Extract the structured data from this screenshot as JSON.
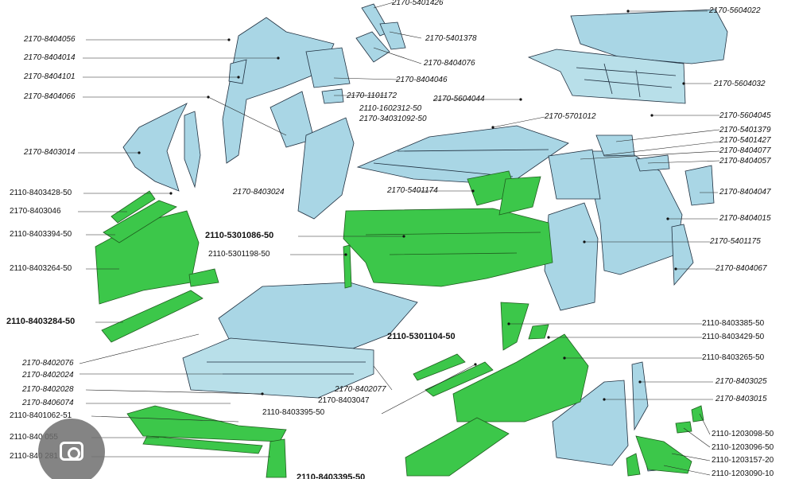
{
  "colors": {
    "blue_part": "#a9d6e5",
    "green_part": "#3cc74a",
    "outline": "#1f2f3f"
  },
  "labels": {
    "l2170_5401426": "2170-5401426",
    "l2170_5604022": "2170-5604022",
    "l2170_8404056": "2170-8404056",
    "l2170_5401378": "2170-5401378",
    "l2170_8404014": "2170-8404014",
    "l2170_8404076": "2170-8404076",
    "l2170_8404101": "2170-8404101",
    "l2170_8404046": "2170-8404046",
    "l2170_5604032": "2170-5604032",
    "l2170_8404066": "2170-8404066",
    "l2170_1101172": "2170-1101172",
    "l2170_5604044": "2170-5604044",
    "l2110_1602312": "2110-1602312-50",
    "l2170_34031092": "2170-34031092-50",
    "l2170_5701012": "2170-5701012",
    "l2170_5604045": "2170-5604045",
    "l2170_5401379": "2170-5401379",
    "l2170_5401427": "2170-5401427",
    "l2170_8403014": "2170-8403014",
    "l2170_8404077": "2170-8404077",
    "l2170_8404057": "2170-8404057",
    "l2110_8403428": "2110-8403428-50",
    "l2170_8403024": "2170-8403024",
    "l2170_5401174": "2170-5401174",
    "l2170_8404047": "2170-8404047",
    "l2170_8403046": "2170-8403046",
    "l2170_8404015": "2170-8404015",
    "l2110_8403394": "2110-8403394-50",
    "l2110_5301086": "2110-5301086-50",
    "l2170_5401175": "2170-5401175",
    "l2110_5301198": "2110-5301198-50",
    "l2110_8403264": "2110-8403264-50",
    "l2170_8404067": "2170-8404067",
    "l2110_8403284": "2110-8403284-50",
    "l2110_8403385": "2110-8403385-50",
    "l2110_5301104": "2110-5301104-50",
    "l2110_8403429": "2110-8403429-50",
    "l2170_8402076": "2170-8402076",
    "l2110_8403265": "2110-8403265-50",
    "l2170_8402024": "2170-8402024",
    "l2170_8403025": "2170-8403025",
    "l2170_8402028": "2170-8402028",
    "l2170_8402077": "2170-8402077",
    "l2170_8403047": "2170-8403047",
    "l2170_8403015": "2170-8403015",
    "l2170_8406074": "2170-8406074",
    "l2110_8403395": "2110-8403395-50",
    "l2110_8401062": "2110-8401062-51",
    "l2110_1203098": "2110-1203098-50",
    "l2110_840_055": "2110-840 055",
    "l2110_1203096": "2110-1203096-50",
    "l2110_840_281": "2110-840 281",
    "l2110_1203157": "2110-1203157-20",
    "l2110_1203090": "2110-1203090-10",
    "l2110_bottom": "2110-8403395-50"
  }
}
